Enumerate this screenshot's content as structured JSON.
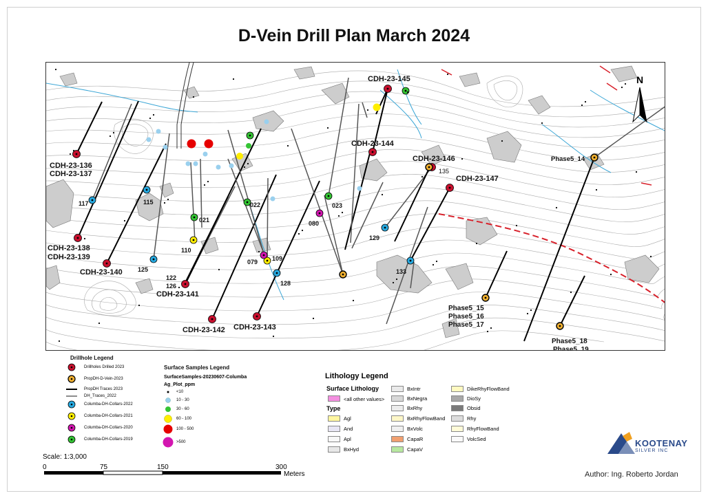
{
  "title": "D-Vein Drill Plan March 2024",
  "map": {
    "north_label": "N",
    "drillhole_labels": [
      {
        "text": "CDH-23-145"
      },
      {
        "text": "CDH-23-144"
      },
      {
        "text": "CDH-23-146"
      },
      {
        "text": "135"
      },
      {
        "text": "CDH-23-147"
      },
      {
        "text": "CDH-23-136"
      },
      {
        "text": "CDH-23-137"
      },
      {
        "text": "CDH-23-138"
      },
      {
        "text": "CDH-23-139"
      },
      {
        "text": "CDH-23-140"
      },
      {
        "text": "CDH-23-141"
      },
      {
        "text": "CDH-23-142"
      },
      {
        "text": "CDH-23-143"
      },
      {
        "text": "Phase5_14"
      },
      {
        "text": "Phase5_15"
      },
      {
        "text": "Phase5_16"
      },
      {
        "text": "Phase5_17"
      },
      {
        "text": "Phase5_18"
      },
      {
        "text": "Phase5_19"
      }
    ],
    "collar_labels": [
      {
        "text": "117"
      },
      {
        "text": "115"
      },
      {
        "text": "021"
      },
      {
        "text": "110"
      },
      {
        "text": "125"
      },
      {
        "text": "122"
      },
      {
        "text": "126"
      },
      {
        "text": "022"
      },
      {
        "text": "023"
      },
      {
        "text": "080"
      },
      {
        "text": "079"
      },
      {
        "text": "109"
      },
      {
        "text": "128"
      },
      {
        "text": "129"
      },
      {
        "text": "133"
      }
    ]
  },
  "drillhole_legend": {
    "title": "Drillhole Legend",
    "items": [
      "Drillholes Drilled 2023",
      "PropDH-D-Vein-2023",
      "PropDH Traces 2023",
      "DH_Traces_2022",
      "Columba-DH-Collars-2022",
      "Columba-DH-Collars-2021",
      "Columba-DH-Collars-2020",
      "Columba-DH-Collars-2019"
    ]
  },
  "samples_legend": {
    "title": "Surface Samples Legend",
    "layer": "SurfaceSamples-20230607-Columba",
    "field": "Ag_Plot_ppm",
    "classes": [
      "<10",
      "10 - 30",
      "30 - 60",
      "60 - 100",
      "100 - 500",
      ">500"
    ]
  },
  "lithology_legend": {
    "title": "Lithology Legend",
    "subtitle": "Surface Lithology",
    "other": "<all other values>",
    "type_label": "Type",
    "col1": [
      "Agl",
      "And",
      "Apl",
      "BxHyd"
    ],
    "col2": [
      "BxIntr",
      "BxNegra",
      "BxRhy",
      "BxRhyFlowBand",
      "BxVolc",
      "CapaR",
      "CapaV"
    ],
    "col3": [
      "DikeRhyFlowBand",
      "DioSy",
      "Obsid",
      "Rhy",
      "RhyFlowBand",
      "VolcSed"
    ]
  },
  "scale": {
    "label": "Scale: 1:3,000",
    "ticks": [
      "0",
      "75",
      "150",
      "300"
    ],
    "unit": "Meters"
  },
  "logo": {
    "name": "KOOTENAY",
    "sub": "SILVER INC"
  },
  "author": "Author: Ing. Roberto Jordan",
  "colors": {
    "drilled": "#c8102e",
    "proposed": "#f0b030",
    "collar2022": "#27aae1",
    "collar2021": "#ffee00",
    "collar2020": "#d316b0",
    "collar2019": "#34c434",
    "fault": "#d8202a",
    "stream": "#3aa6d6",
    "contour": "#9a9a9a",
    "outcrop": "#c8c8c8"
  }
}
